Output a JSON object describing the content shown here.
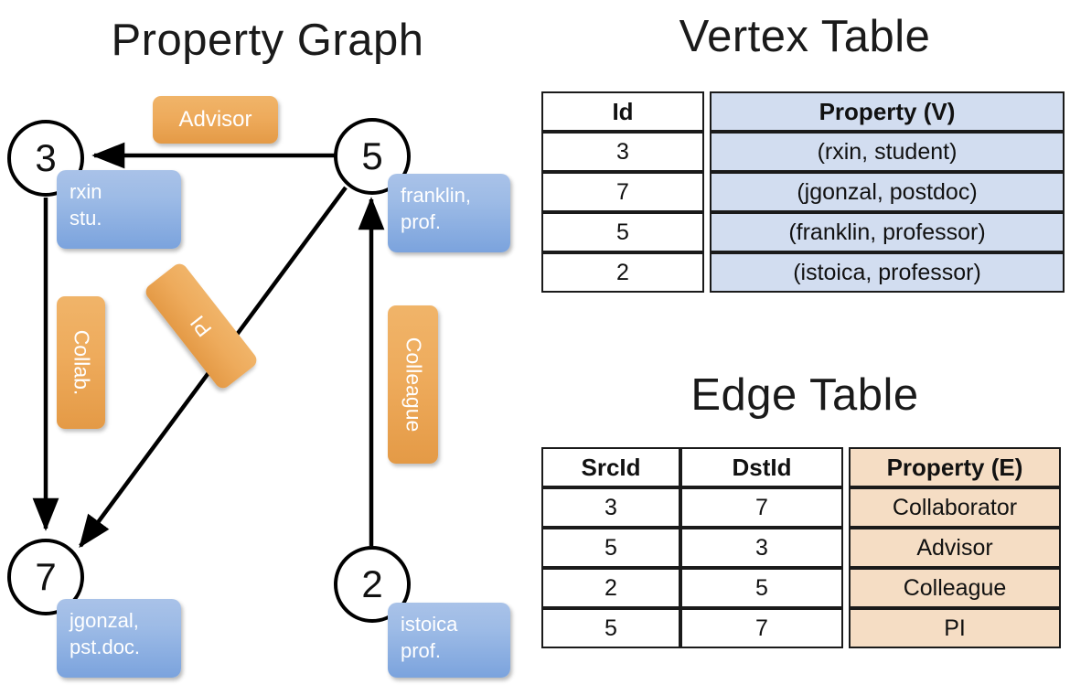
{
  "titles": {
    "property_graph": "Property Graph",
    "vertex_table": "Vertex Table",
    "edge_table": "Edge Table"
  },
  "colors": {
    "vertex_property_fill": "#d2ddf0",
    "edge_property_fill": "#f5ddc4",
    "node_property_box": "#8fb0e0",
    "edge_label_box": "#eeab5c",
    "stroke": "#1a1a1a"
  },
  "graph": {
    "nodes": [
      {
        "id": "3",
        "property_line1": "rxin",
        "property_line2": "stu."
      },
      {
        "id": "5",
        "property_line1": "franklin,",
        "property_line2": "prof."
      },
      {
        "id": "7",
        "property_line1": "jgonzal,",
        "property_line2": "pst.doc."
      },
      {
        "id": "2",
        "property_line1": "istoica",
        "property_line2": "prof."
      }
    ],
    "edge_labels": [
      {
        "name": "advisor",
        "text": "Advisor",
        "orientation": "horizontal"
      },
      {
        "name": "collab",
        "text": "Collab.",
        "orientation": "vertical"
      },
      {
        "name": "pi",
        "text": "PI",
        "orientation": "diagonal"
      },
      {
        "name": "colleague",
        "text": "Colleague",
        "orientation": "vertical"
      }
    ],
    "edges": [
      {
        "from": "5",
        "to": "3",
        "label": "Advisor"
      },
      {
        "from": "3",
        "to": "7",
        "label": "Collab."
      },
      {
        "from": "5",
        "to": "7",
        "label": "PI"
      },
      {
        "from": "2",
        "to": "5",
        "label": "Colleague"
      }
    ]
  },
  "vertex_table": {
    "headers": [
      "Id",
      "Property (V)"
    ],
    "rows": [
      {
        "id": "3",
        "property": "(rxin, student)"
      },
      {
        "id": "7",
        "property": "(jgonzal, postdoc)"
      },
      {
        "id": "5",
        "property": "(franklin, professor)"
      },
      {
        "id": "2",
        "property": "(istoica, professor)"
      }
    ]
  },
  "edge_table": {
    "headers": [
      "SrcId",
      "DstId",
      "Property (E)"
    ],
    "rows": [
      {
        "src": "3",
        "dst": "7",
        "property": "Collaborator"
      },
      {
        "src": "5",
        "dst": "3",
        "property": "Advisor"
      },
      {
        "src": "2",
        "dst": "5",
        "property": "Colleague"
      },
      {
        "src": "5",
        "dst": "7",
        "property": "PI"
      }
    ]
  }
}
